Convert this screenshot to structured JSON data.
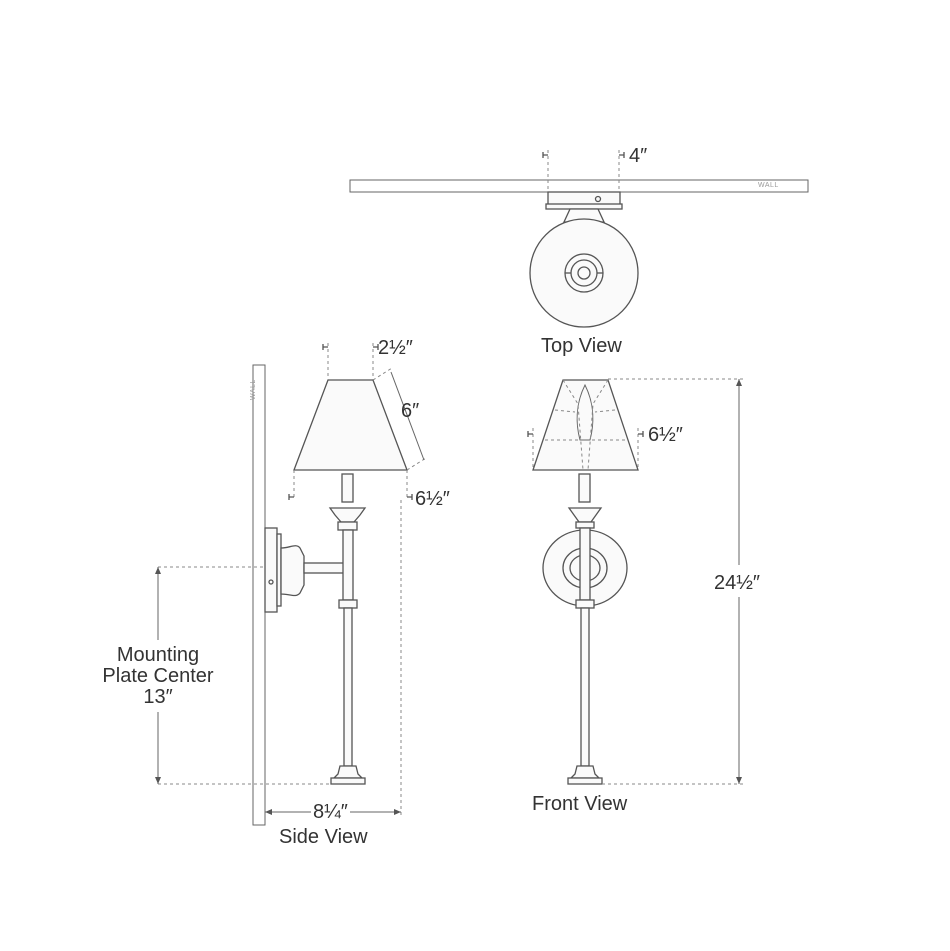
{
  "top_view": {
    "width_dim": "4″",
    "label": "Top View",
    "wall_text": "WALL"
  },
  "side_view": {
    "shade_top_dim": "2½″",
    "shade_height_dim": "6″",
    "shade_bottom_dim": "6½″",
    "extension_dim": "8¼″",
    "label": "Side View",
    "wall_text": "WALL",
    "mounting_label_line1": "Mounting",
    "mounting_label_line2": "Plate Center",
    "mounting_dim": "13″"
  },
  "front_view": {
    "shade_width_dim": "6½″",
    "height_dim": "24½″",
    "label": "Front View"
  }
}
